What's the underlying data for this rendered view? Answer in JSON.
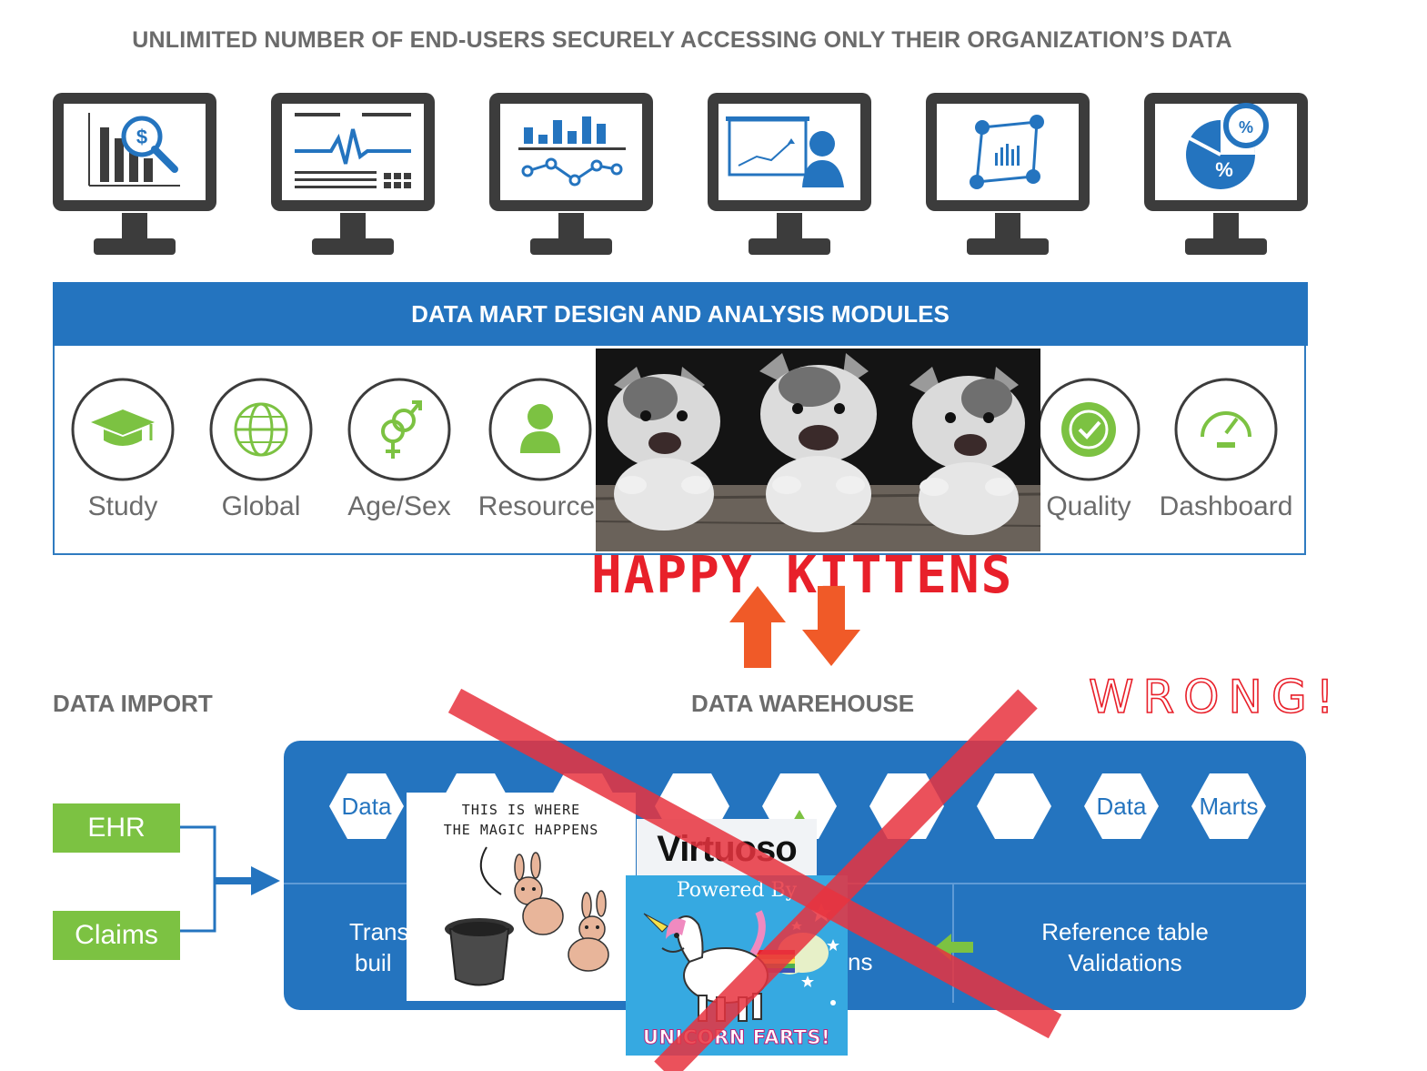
{
  "header": {
    "title": "UNLIMITED NUMBER OF END-USERS SECURELY ACCESSING ONLY THEIR ORGANIZATION’S DATA"
  },
  "monitors": [
    {
      "icon": "bar-chart-dollar-search-icon"
    },
    {
      "icon": "waveform-document-icon"
    },
    {
      "icon": "bar-line-chart-icon"
    },
    {
      "icon": "presentation-presenter-icon"
    },
    {
      "icon": "scatter-frame-chart-icon"
    },
    {
      "icon": "pie-chart-percent-icon"
    }
  ],
  "modules": {
    "title": "DATA MART DESIGN AND ANALYSIS MODULES",
    "items": [
      {
        "label": "Study",
        "icon": "graduation-cap-icon"
      },
      {
        "label": "Global",
        "icon": "globe-icon"
      },
      {
        "label": "Age/Sex",
        "icon": "gender-symbols-icon"
      },
      {
        "label": "Resource",
        "icon": "person-icon"
      },
      {
        "label": "Quality",
        "icon": "quality-badge-icon"
      },
      {
        "label": "Dashboard",
        "icon": "speedometer-icon"
      }
    ]
  },
  "kittens": {
    "caption": "HAPPY KITTENS"
  },
  "data_import": {
    "label": "DATA IMPORT",
    "sources": [
      "EHR",
      "Claims"
    ]
  },
  "warehouse": {
    "label": "DATA WAREHOUSE",
    "hexagons": [
      "Data",
      "",
      "",
      "",
      "",
      "",
      "",
      "Data",
      "Marts"
    ],
    "bottom_left": {
      "line1": "Trans",
      "line2": "buil"
    },
    "bottom_middle_fragment": "ns",
    "bottom_right": {
      "line1": "Reference table",
      "line2": "Validations"
    }
  },
  "annotation": {
    "text": "WRONG!"
  },
  "magic_comic": {
    "line1": "THIS IS WHERE",
    "line2": "THE MAGIC HAPPENS"
  },
  "virtuoso": {
    "name": "Virtuoso"
  },
  "unicorn": {
    "top": "Powered By",
    "bottom": "UNICORN FARTS!"
  },
  "colors": {
    "blue": "#2474bf",
    "green": "#7cc242",
    "monitor": "#3c3c3c",
    "arrow_orange": "#f05a28",
    "cross_red": "#e8323e"
  }
}
